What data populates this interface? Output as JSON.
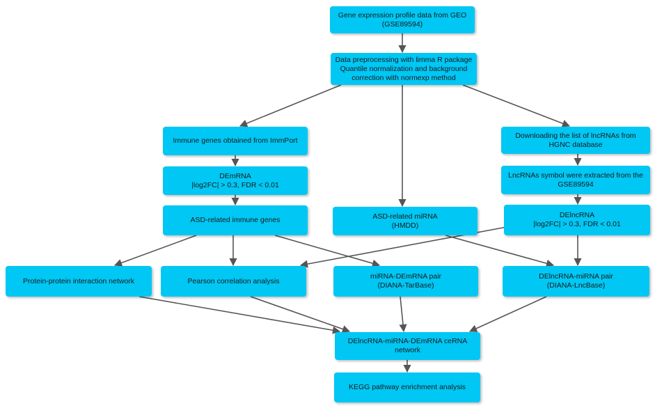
{
  "colors": {
    "node_fill": "#00c7f4",
    "arrow": "#555555",
    "text": "#1a1a1a"
  },
  "nodes": {
    "geo": "Gene expression profile data from GEO\n(GSE89594)",
    "preprocess": "Data preprocessing with limma R package\nQuantile normalization and background\ncorrection with normexp method",
    "immport": "Immune genes obtained from ImmPort",
    "demrna": "DEmRNA\n|log2FC| > 0.3, FDR < 0.01",
    "asd_immune": "ASD-related immune genes",
    "asd_mirna": "ASD-related miRNA\n(HMDD)",
    "hgnc": "Downloading the list of lncRNAs from\nHGNC database",
    "lnc_symbol": "LncRNAs symbol were extracted from the\nGSE89594",
    "delncrna": "DElncRNA\n|log2FC| > 0.3, FDR < 0.01",
    "ppi": "Protein-protein interaction network",
    "pearson": "Pearson correlation analysis",
    "mirna_demrna": "miRNA-DEmRNA pair\n(DIANA-TarBase)",
    "delnc_mirna": "DElncRNA-miRNA pair\n(DIANA-LncBase)",
    "cerna": "DElncRNA-miRNA-DEmRNA ceRNA\nnetwork",
    "kegg": "KEGG pathway enrichment analysis"
  }
}
